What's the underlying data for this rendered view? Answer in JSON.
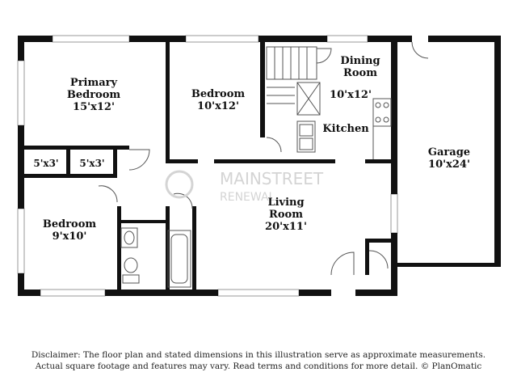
{
  "rooms": {
    "primary_bedroom": {
      "name_line1": "Primary",
      "name_line2": "Bedroom",
      "dims": "15'x12'"
    },
    "bedroom_top": {
      "name": "Bedroom",
      "dims": "10'x12'"
    },
    "dining_room": {
      "name_line1": "Dining",
      "name_line2": "Room",
      "dims": "10'x12'"
    },
    "kitchen": {
      "name": "Kitchen"
    },
    "garage": {
      "name": "Garage",
      "dims": "10'x24'"
    },
    "closet_left": {
      "dims": "5'x3'"
    },
    "closet_right": {
      "dims": "5'x3'"
    },
    "bedroom_left": {
      "name": "Bedroom",
      "dims": "9'x10'"
    },
    "living_room": {
      "name_line1": "Living",
      "name_line2": "Room",
      "dims": "20'x11'"
    }
  },
  "watermark": {
    "line1": "MAINSTREET",
    "line2": "RENEWAL"
  },
  "disclaimer": {
    "line1": "Disclaimer: The floor plan and stated dimensions in this illustration serve as approximate measurements.",
    "line2": "Actual square footage and features may vary. Read terms and conditions for more detail. © PlanOmatic"
  },
  "colors": {
    "wall": "#111111",
    "line": "#555555",
    "watermark": "#d4d4d4"
  }
}
